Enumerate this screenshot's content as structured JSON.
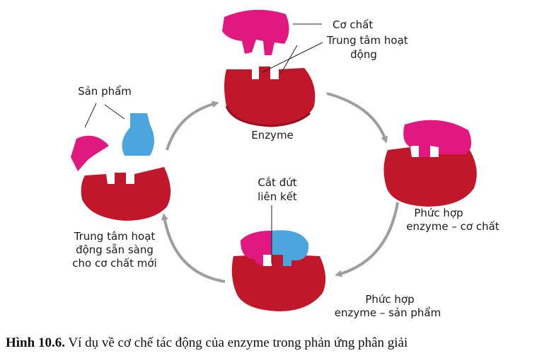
{
  "labels": {
    "substrate": "Cơ chất",
    "active_site_1": "Trung tâm hoạt",
    "active_site_2": "động",
    "enzyme": "Enzyme",
    "es_complex_1": "Phức hợp",
    "es_complex_2": "enzyme – cơ chất",
    "cut_bond_1": "Cắt đứt",
    "cut_bond_2": "liên kết",
    "ep_complex_1": "Phức hợp",
    "ep_complex_2": "enzyme – sản phẩm",
    "products": "Sản phẩm",
    "ready_site_1": "Trung tâm hoạt",
    "ready_site_2": "động sẵn sàng",
    "ready_site_3": "cho cơ chất mới"
  },
  "caption": {
    "figure_number": "Hình 10.6.",
    "text": " Ví dụ về cơ chế tác động của enzyme trong phản ứng phân giải"
  },
  "colors": {
    "enzyme": "#c1172b",
    "enzyme_dark": "#96101f",
    "substrate": "#e0187f",
    "product_blue": "#4aa6dc",
    "arrow": "#9e9e9e"
  }
}
